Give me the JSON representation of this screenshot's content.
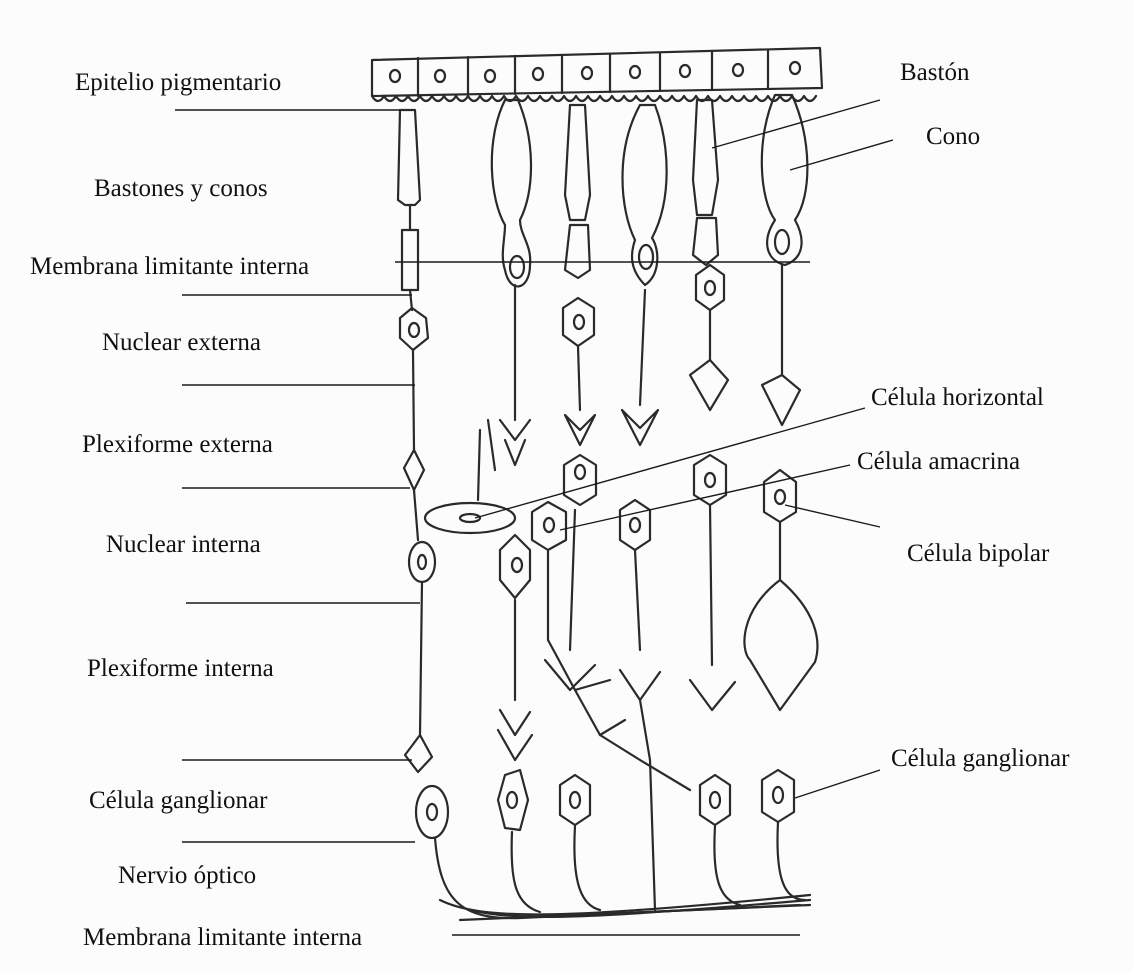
{
  "labels": {
    "left": {
      "epitelio": "Epitelio pigmentario",
      "bastones_conos": "Bastones y conos",
      "membrana_ext": "Membrana limitante interna",
      "nuclear_externa": "Nuclear externa",
      "plexiforme_externa": "Plexiforme externa",
      "nuclear_interna": "Nuclear interna",
      "plexiforme_interna": "Plexiforme interna",
      "celula_ganglionar": "Célula ganglionar",
      "nervio_optico": "Nervio óptico",
      "membrana_int": "Membrana limitante interna"
    },
    "right": {
      "baston": "Bastón",
      "cono": "Cono",
      "horizontal": "Célula horizontal",
      "amacrina": "Célula amacrina",
      "bipolar": "Célula bipolar",
      "ganglionar": "Célula ganglionar"
    }
  },
  "colors": {
    "ink": "#2a2a2a",
    "background": "#fcfcfc"
  }
}
